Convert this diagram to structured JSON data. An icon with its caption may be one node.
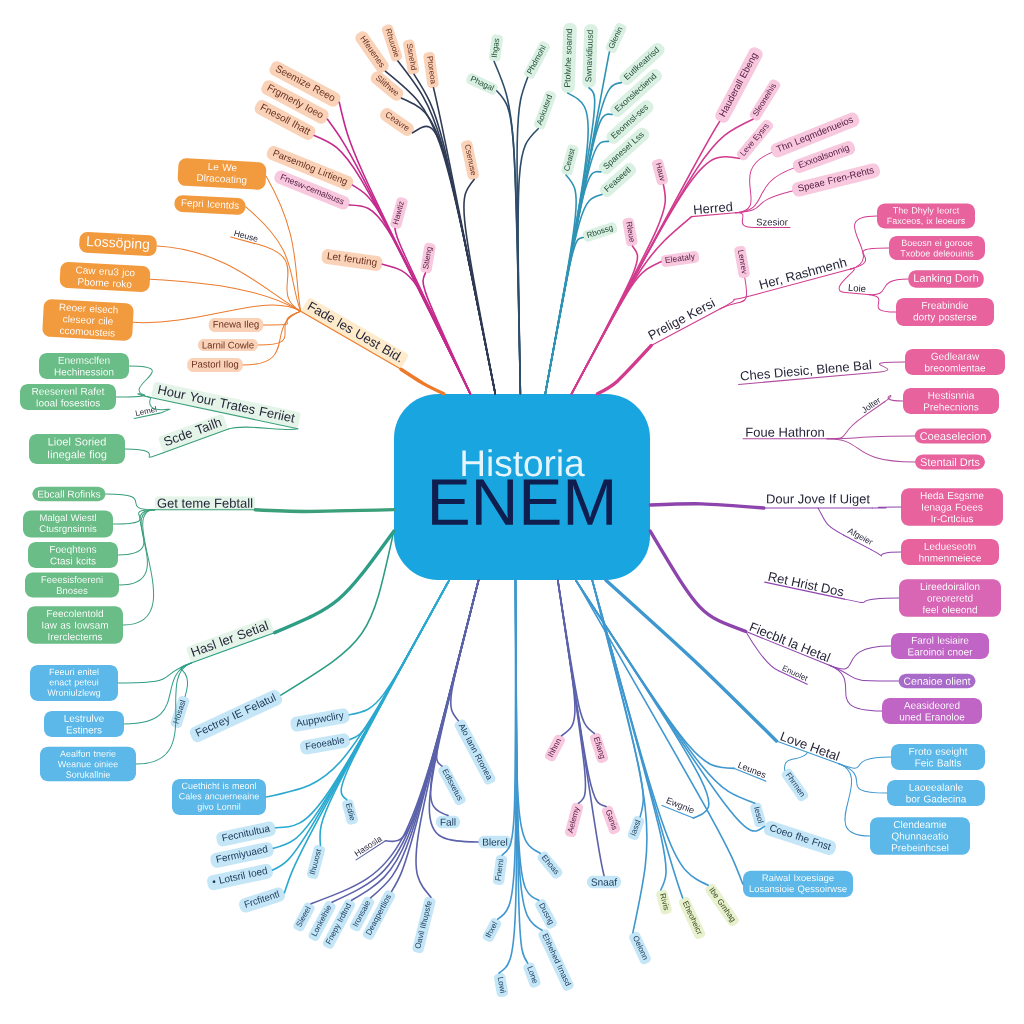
{
  "diagram": {
    "nodes": [
      {
        "text": [
          "Historia",
          "ENEM"
        ]
      },
      {
        "text": [
          "Fade les Uest Bid."
        ]
      },
      {
        "text": [
          "Le We Dlracoating"
        ]
      },
      {
        "text": [
          "Fepri Icentds"
        ]
      },
      {
        "text": [
          "Heuse"
        ]
      },
      {
        "text": [
          "Lossöping"
        ]
      },
      {
        "text": [
          "Caw eru3 jco Pbome roko"
        ]
      },
      {
        "text": [
          "Reoer eisech cleseor cile ccomousteis"
        ]
      },
      {
        "text": [
          "Fnewa Ileg"
        ]
      },
      {
        "text": [
          "Larnil Cowle"
        ]
      },
      {
        "text": [
          "Pastorl Ilog"
        ]
      },
      {
        "text": [
          "Seemize Reeo"
        ]
      },
      {
        "text": [
          "Frgmerly Ioeo"
        ]
      },
      {
        "text": [
          "Fnesoll Ihatt"
        ]
      },
      {
        "text": [
          "Parsemlog Lirtieng"
        ]
      },
      {
        "text": [
          "Fnesw-cemalsuss"
        ]
      },
      {
        "text": [
          "Hawtiz"
        ]
      },
      {
        "text": [
          "Stieng"
        ]
      },
      {
        "text": [
          "Let feruting"
        ]
      },
      {
        "text": [
          "Hfeuenes"
        ]
      },
      {
        "text": [
          "Rhuuoie"
        ]
      },
      {
        "text": [
          "Ssnehd"
        ]
      },
      {
        "text": [
          "Ptoreoa"
        ]
      },
      {
        "text": [
          "Slithwe"
        ]
      },
      {
        "text": [
          "Ceavre"
        ]
      },
      {
        "text": [
          "Csenuse"
        ]
      },
      {
        "text": [
          "Ihgas"
        ]
      },
      {
        "text": [
          "Phagal"
        ]
      },
      {
        "text": [
          "Phdmohl"
        ]
      },
      {
        "text": [
          "Aokutsrd"
        ]
      },
      {
        "text": [
          "Ptolwhe soarnd"
        ]
      },
      {
        "text": [
          "Swnavidiuusd"
        ]
      },
      {
        "text": [
          "Glenin"
        ]
      },
      {
        "text": [
          "Eutlkeatrisd"
        ]
      },
      {
        "text": [
          "Exonslectiend"
        ]
      },
      {
        "text": [
          "Eeonnsl-ses"
        ]
      },
      {
        "text": [
          "Spanesel Lss"
        ]
      },
      {
        "text": [
          "Feaseetl"
        ]
      },
      {
        "text": [
          "Ceatst"
        ]
      },
      {
        "text": [
          "Rbossg"
        ]
      },
      {
        "text": [
          "Hauderall Ebeng"
        ]
      },
      {
        "text": [
          "Sleoneihis"
        ]
      },
      {
        "text": [
          "Leve Eysrs"
        ]
      },
      {
        "text": [
          "Thn Leqmdenueios"
        ]
      },
      {
        "text": [
          "Exxoalsonnig"
        ]
      },
      {
        "text": [
          "Speae Fren-Rehts"
        ]
      },
      {
        "text": [
          "Hauv"
        ]
      },
      {
        "text": [
          "Rleue"
        ]
      },
      {
        "text": [
          "Eleataly"
        ]
      },
      {
        "text": [
          "Herred"
        ]
      },
      {
        "text": [
          "Szesior"
        ]
      },
      {
        "text": [
          "Prelige Kersi"
        ]
      },
      {
        "text": [
          "Lenrev"
        ]
      },
      {
        "text": [
          "Her, Rashmenh"
        ]
      },
      {
        "text": [
          "Loie"
        ]
      },
      {
        "text": [
          "The Dhyly Ieorct Faxceos, ix leoeurs"
        ]
      },
      {
        "text": [
          "Boeosn ei gorooe Txoboe deleouinis"
        ]
      },
      {
        "text": [
          "Lanking Dorh"
        ]
      },
      {
        "text": [
          "Freabindie dorty posterse"
        ]
      },
      {
        "text": [
          "Ches Diesic, Blene Bal"
        ]
      },
      {
        "text": [
          "Gedlearaw breoomlentae"
        ]
      },
      {
        "text": [
          "Foue Hathron"
        ]
      },
      {
        "text": [
          "Jolter"
        ]
      },
      {
        "text": [
          "Hestisnnia Prehecnions"
        ]
      },
      {
        "text": [
          "Coeaselecion"
        ]
      },
      {
        "text": [
          "Stentail Drts"
        ]
      },
      {
        "text": [
          "Dour Jove If Uiget"
        ]
      },
      {
        "text": [
          "Afgeier"
        ]
      },
      {
        "text": [
          "Heda Esgsrne Ienaga Foees Ir-Crtlcius"
        ]
      },
      {
        "text": [
          "Ledueseotn hnmenmeiece"
        ]
      },
      {
        "text": [
          "Ret Hrist Dos"
        ]
      },
      {
        "text": [
          "Lireedoirallon oreoreretd feel oleeond"
        ]
      },
      {
        "text": [
          "Fiecblt la Hetal"
        ]
      },
      {
        "text": [
          "Enuolet"
        ]
      },
      {
        "text": [
          "Farol lesiaire Earoinoi cnoer"
        ]
      },
      {
        "text": [
          "Cenaioe olient"
        ]
      },
      {
        "text": [
          "Aeasideored uned Eranoloe"
        ]
      },
      {
        "text": [
          "Love Hetal"
        ]
      },
      {
        "text": [
          "Froto eseight Feic Baltls"
        ]
      },
      {
        "text": [
          "Laoeealanle bor Gadecina"
        ]
      },
      {
        "text": [
          "Clendeamie Qhunnaeatio Prebeinhcsel"
        ]
      },
      {
        "text": [
          "Fhrmen"
        ]
      },
      {
        "text": [
          "Leunes"
        ]
      },
      {
        "text": [
          "Iesol"
        ]
      },
      {
        "text": [
          "Ewgnie"
        ]
      },
      {
        "text": [
          "Coeo fhe Fnst"
        ]
      },
      {
        "text": [
          "Raiwal Ixoesiage Losansioie Qessoirwse"
        ]
      },
      {
        "text": [
          "Ihhnn"
        ]
      },
      {
        "text": [
          "Efiang"
        ]
      },
      {
        "text": [
          "Aelemy"
        ]
      },
      {
        "text": [
          "Ganis"
        ]
      },
      {
        "text": [
          "Snaaf"
        ]
      },
      {
        "text": [
          "Iassl"
        ]
      },
      {
        "text": [
          "Ehoas"
        ]
      },
      {
        "text": [
          "Dusng"
        ]
      },
      {
        "text": [
          "Ehhehed Irnasd"
        ]
      },
      {
        "text": [
          "Lone"
        ]
      },
      {
        "text": [
          "Oelonn"
        ]
      },
      {
        "text": [
          "Rivis"
        ]
      },
      {
        "text": [
          "Eheoheicr"
        ]
      },
      {
        "text": [
          "Ibe Gmhag"
        ]
      },
      {
        "text": [
          "Fnemi"
        ]
      },
      {
        "text": [
          "Ihxel"
        ]
      },
      {
        "text": [
          "Lowi"
        ]
      },
      {
        "text": [
          "Alo Iann Rronea"
        ]
      },
      {
        "text": [
          "Edlsxetus"
        ]
      },
      {
        "text": [
          "Fall"
        ]
      },
      {
        "text": [
          "Blerel"
        ]
      },
      {
        "text": [
          "Hasosla"
        ]
      },
      {
        "text": [
          "Deaqpertlios"
        ]
      },
      {
        "text": [
          "Ironsaie"
        ]
      },
      {
        "text": [
          "Fnepy Irdtnd"
        ]
      },
      {
        "text": [
          "Lonkelhie"
        ]
      },
      {
        "text": [
          "Sleeel"
        ]
      },
      {
        "text": [
          "Oavil Ilhupsfe"
        ]
      },
      {
        "text": [
          "Auppwcliry"
        ]
      },
      {
        "text": [
          "Feoeable"
        ]
      },
      {
        "text": [
          "Cuethicht is meonl Cales ancuerneaine givo Lonnil"
        ]
      },
      {
        "text": [
          "Edlie"
        ]
      },
      {
        "text": [
          "Fecnitultua"
        ]
      },
      {
        "text": [
          "Fermiyuaed"
        ]
      },
      {
        "text": [
          "• Lotsril Ioed"
        ]
      },
      {
        "text": [
          "Frcfitentl"
        ]
      },
      {
        "text": [
          "Ihuuost"
        ]
      },
      {
        "text": [
          "Hasl ler Setial"
        ]
      },
      {
        "text": [
          "Fectrey IE Felatul"
        ]
      },
      {
        "text": [
          "Hosasl"
        ]
      },
      {
        "text": [
          "Feeuri enitel enact peteui Wroniulzlewg"
        ]
      },
      {
        "text": [
          "Lestrulve Estiners"
        ]
      },
      {
        "text": [
          "Aealfon tnerie Weanue oiniee Sorukallnie"
        ]
      },
      {
        "text": [
          "Get teme Febtall"
        ]
      },
      {
        "text": [
          "Ebcall Rofinks"
        ]
      },
      {
        "text": [
          "Malgal Wiestl Ctusrgnsinnis"
        ]
      },
      {
        "text": [
          "Foeqhtens Ctasi kcits"
        ]
      },
      {
        "text": [
          "Feeesisfoereni Bnoses"
        ]
      },
      {
        "text": [
          "Feecolentold Iaw as Iowsam Irerclecterns"
        ]
      },
      {
        "text": [
          "Hour Your Trates Feriiet"
        ]
      },
      {
        "text": [
          "Lemel"
        ]
      },
      {
        "text": [
          "Scde Tailh"
        ]
      },
      {
        "text": [
          "Enemsclfen Hechinession"
        ]
      },
      {
        "text": [
          "Reeserenl Rafet Iooal fosestios"
        ]
      },
      {
        "text": [
          "Lioel Soried Iinegale fiog"
        ]
      }
    ],
    "edges": [
      {
        "from": 0,
        "to": 1,
        "arrow": "none",
        "style": "thick",
        "color": "#ec7a2a"
      },
      {
        "from": 1,
        "to": 2,
        "arrow": "none",
        "color": "#ec7a2a"
      },
      {
        "from": 1,
        "to": 3,
        "arrow": "none",
        "color": "#ec7a2a"
      },
      {
        "from": 1,
        "to": 4,
        "arrow": "none",
        "color": "#ec7a2a"
      },
      {
        "from": 1,
        "to": 5,
        "arrow": "none",
        "color": "#ec7a2a"
      },
      {
        "from": 1,
        "to": 6,
        "arrow": "none",
        "color": "#ec7a2a"
      },
      {
        "from": 1,
        "to": 7,
        "arrow": "none",
        "color": "#ec7a2a"
      },
      {
        "from": 1,
        "to": 8,
        "arrow": "none",
        "color": "#ec7a2a"
      },
      {
        "from": 1,
        "to": 9,
        "arrow": "none",
        "color": "#ec7a2a"
      },
      {
        "from": 1,
        "to": 10,
        "arrow": "none",
        "color": "#ec7a2a"
      },
      {
        "from": 0,
        "to": 11,
        "arrow": "none",
        "color": "#c42a8c"
      },
      {
        "from": 0,
        "to": 12,
        "arrow": "none",
        "color": "#c42a8c"
      },
      {
        "from": 0,
        "to": 13,
        "arrow": "none",
        "color": "#c42a8c"
      },
      {
        "from": 0,
        "to": 14,
        "arrow": "none",
        "color": "#c42a8c"
      },
      {
        "from": 0,
        "to": 15,
        "arrow": "none",
        "color": "#c42a8c"
      },
      {
        "from": 0,
        "to": 16,
        "arrow": "none",
        "color": "#c42a8c"
      },
      {
        "from": 0,
        "to": 17,
        "arrow": "none",
        "color": "#c42a8c"
      },
      {
        "from": 0,
        "to": 18,
        "arrow": "none",
        "color": "#c42a8c"
      },
      {
        "from": 0,
        "to": 19,
        "arrow": "none",
        "color": "#2f3b55"
      },
      {
        "from": 0,
        "to": 20,
        "arrow": "none",
        "color": "#2f3b55"
      },
      {
        "from": 0,
        "to": 21,
        "arrow": "none",
        "color": "#2f3b55"
      },
      {
        "from": 0,
        "to": 22,
        "arrow": "none",
        "color": "#2f3b55"
      },
      {
        "from": 0,
        "to": 23,
        "arrow": "none",
        "color": "#2f3b55"
      },
      {
        "from": 0,
        "to": 24,
        "arrow": "none",
        "color": "#2f3b55"
      },
      {
        "from": 0,
        "to": 25,
        "arrow": "none",
        "color": "#2f3b55"
      },
      {
        "from": 0,
        "to": 26,
        "arrow": "none",
        "color": "#2d4d6a"
      },
      {
        "from": 0,
        "to": 27,
        "arrow": "none",
        "color": "#2d4d6a"
      },
      {
        "from": 0,
        "to": 28,
        "arrow": "none",
        "color": "#2d4d6a"
      },
      {
        "from": 0,
        "to": 29,
        "arrow": "none",
        "color": "#2d4d6a"
      },
      {
        "from": 0,
        "to": 30,
        "arrow": "none",
        "color": "#2f93b5"
      },
      {
        "from": 0,
        "to": 31,
        "arrow": "none",
        "color": "#2f93b5"
      },
      {
        "from": 0,
        "to": 32,
        "arrow": "none",
        "color": "#2f93b5"
      },
      {
        "from": 0,
        "to": 33,
        "arrow": "none",
        "color": "#2f93b5"
      },
      {
        "from": 0,
        "to": 34,
        "arrow": "none",
        "color": "#2f93b5"
      },
      {
        "from": 0,
        "to": 35,
        "arrow": "none",
        "color": "#2f93b5"
      },
      {
        "from": 0,
        "to": 36,
        "arrow": "none",
        "color": "#2f93b5"
      },
      {
        "from": 0,
        "to": 37,
        "arrow": "none",
        "color": "#2f93b5"
      },
      {
        "from": 0,
        "to": 38,
        "arrow": "none",
        "color": "#2f93b5"
      },
      {
        "from": 0,
        "to": 39,
        "arrow": "none",
        "color": "#2f93b5"
      },
      {
        "from": 0,
        "to": 40,
        "arrow": "none",
        "color": "#d23a8e"
      },
      {
        "from": 0,
        "to": 41,
        "arrow": "none",
        "color": "#d23a8e"
      },
      {
        "from": 0,
        "to": 42,
        "arrow": "none",
        "color": "#d23a8e"
      },
      {
        "from": 0,
        "to": 46,
        "arrow": "none",
        "color": "#d23a8e"
      },
      {
        "from": 0,
        "to": 47,
        "arrow": "none",
        "color": "#d23a8e"
      },
      {
        "from": 0,
        "to": 48,
        "arrow": "none",
        "color": "#d23a8e"
      },
      {
        "from": 0,
        "to": 49,
        "arrow": "none",
        "color": "#d23a8e"
      },
      {
        "from": 49,
        "to": 43,
        "arrow": "none",
        "color": "#d23a8e"
      },
      {
        "from": 49,
        "to": 44,
        "arrow": "none",
        "color": "#d23a8e"
      },
      {
        "from": 49,
        "to": 45,
        "arrow": "none",
        "color": "#d23a8e"
      },
      {
        "from": 49,
        "to": 50,
        "arrow": "none",
        "color": "#d23a8e"
      },
      {
        "from": 0,
        "to": 51,
        "arrow": "none",
        "style": "thick",
        "color": "#d23a8e"
      },
      {
        "from": 51,
        "to": 52,
        "arrow": "none",
        "color": "#d23a8e"
      },
      {
        "from": 51,
        "to": 53,
        "arrow": "none",
        "color": "#d23a8e"
      },
      {
        "from": 53,
        "to": 55,
        "arrow": "none",
        "color": "#d23a8e"
      },
      {
        "from": 53,
        "to": 56,
        "arrow": "none",
        "color": "#d23a8e"
      },
      {
        "from": 53,
        "to": 54,
        "arrow": "none",
        "color": "#d23a8e"
      },
      {
        "from": 54,
        "to": 57,
        "arrow": "none",
        "color": "#d23a8e"
      },
      {
        "from": 54,
        "to": 58,
        "arrow": "none",
        "color": "#d23a8e"
      },
      {
        "from": 59,
        "to": 60,
        "arrow": "none",
        "color": "#b04a9e"
      },
      {
        "from": 61,
        "to": 62,
        "arrow": "none",
        "color": "#b04a9e"
      },
      {
        "from": 62,
        "to": 63,
        "arrow": "none",
        "color": "#b04a9e"
      },
      {
        "from": 61,
        "to": 64,
        "arrow": "none",
        "color": "#b04a9e"
      },
      {
        "from": 61,
        "to": 65,
        "arrow": "none",
        "color": "#b04a9e"
      },
      {
        "from": 0,
        "to": 66,
        "arrow": "none",
        "style": "thick",
        "color": "#8e44ad"
      },
      {
        "from": 66,
        "to": 68,
        "arrow": "none",
        "color": "#8e44ad"
      },
      {
        "from": 66,
        "to": 67,
        "arrow": "none",
        "color": "#8e44ad"
      },
      {
        "from": 67,
        "to": 69,
        "arrow": "none",
        "color": "#8e44ad"
      },
      {
        "from": 70,
        "to": 71,
        "arrow": "none",
        "color": "#8e44ad"
      },
      {
        "from": 0,
        "to": 72,
        "arrow": "none",
        "style": "thick",
        "color": "#8e44ad"
      },
      {
        "from": 72,
        "to": 73,
        "arrow": "none",
        "color": "#8e44ad"
      },
      {
        "from": 72,
        "to": 74,
        "arrow": "none",
        "color": "#8e44ad"
      },
      {
        "from": 72,
        "to": 75,
        "arrow": "none",
        "color": "#8e44ad"
      },
      {
        "from": 72,
        "to": 76,
        "arrow": "none",
        "color": "#8e44ad"
      },
      {
        "from": 0,
        "to": 77,
        "arrow": "none",
        "style": "thick"
      },
      {
        "from": 77,
        "to": 78,
        "arrow": "none"
      },
      {
        "from": 77,
        "to": 79,
        "arrow": "none"
      },
      {
        "from": 77,
        "to": 80,
        "arrow": "none"
      },
      {
        "from": 77,
        "to": 81,
        "arrow": "none"
      },
      {
        "from": 0,
        "to": 82,
        "arrow": "none"
      },
      {
        "from": 0,
        "to": 83,
        "arrow": "none"
      },
      {
        "from": 0,
        "to": 84,
        "arrow": "none"
      },
      {
        "from": 0,
        "to": 85,
        "arrow": "none"
      },
      {
        "from": 0,
        "to": 86,
        "arrow": "none"
      },
      {
        "from": 0,
        "to": 87,
        "arrow": "none",
        "color": "#5b62aa"
      },
      {
        "from": 0,
        "to": 88,
        "arrow": "none",
        "color": "#5b62aa"
      },
      {
        "from": 0,
        "to": 89,
        "arrow": "none",
        "color": "#5b62aa"
      },
      {
        "from": 0,
        "to": 90,
        "arrow": "none",
        "color": "#5b62aa"
      },
      {
        "from": 0,
        "to": 91,
        "arrow": "none",
        "color": "#5b62aa"
      },
      {
        "from": 0,
        "to": 92,
        "arrow": "none"
      },
      {
        "from": 0,
        "to": 93,
        "arrow": "none"
      },
      {
        "from": 0,
        "to": 94,
        "arrow": "none"
      },
      {
        "from": 0,
        "to": 95,
        "arrow": "none"
      },
      {
        "from": 0,
        "to": 96,
        "arrow": "none"
      },
      {
        "from": 0,
        "to": 97,
        "arrow": "none"
      },
      {
        "from": 0,
        "to": 98,
        "arrow": "none"
      },
      {
        "from": 0,
        "to": 99,
        "arrow": "none"
      },
      {
        "from": 0,
        "to": 100,
        "arrow": "none"
      },
      {
        "from": 0,
        "to": 101,
        "arrow": "none"
      },
      {
        "from": 0,
        "to": 102,
        "arrow": "none"
      },
      {
        "from": 0,
        "to": 103,
        "arrow": "none"
      },
      {
        "from": 0,
        "to": 104,
        "arrow": "none",
        "color": "#5b62aa"
      },
      {
        "from": 0,
        "to": 105,
        "arrow": "none",
        "color": "#5b62aa"
      },
      {
        "from": 0,
        "to": 106,
        "arrow": "none",
        "color": "#5b62aa"
      },
      {
        "from": 0,
        "to": 107,
        "arrow": "none",
        "color": "#5b62aa"
      },
      {
        "from": 0,
        "to": 108,
        "arrow": "none",
        "color": "#5b62aa"
      },
      {
        "from": 0,
        "to": 109,
        "arrow": "none",
        "color": "#5b62aa"
      },
      {
        "from": 0,
        "to": 110,
        "arrow": "none",
        "color": "#5b62aa"
      },
      {
        "from": 0,
        "to": 111,
        "arrow": "none",
        "color": "#5b62aa"
      },
      {
        "from": 0,
        "to": 112,
        "arrow": "none",
        "color": "#5b62aa"
      },
      {
        "from": 0,
        "to": 113,
        "arrow": "none",
        "color": "#5b62aa"
      },
      {
        "from": 0,
        "to": 114,
        "arrow": "none",
        "color": "#5b62aa"
      },
      {
        "from": 0,
        "to": 115,
        "arrow": "none",
        "color": "#29a9cf"
      },
      {
        "from": 0,
        "to": 116,
        "arrow": "none",
        "color": "#29a9cf"
      },
      {
        "from": 0,
        "to": 117,
        "arrow": "none",
        "color": "#29a9cf"
      },
      {
        "from": 0,
        "to": 118,
        "arrow": "none",
        "color": "#29a9cf"
      },
      {
        "from": 0,
        "to": 119,
        "arrow": "none",
        "color": "#29a9cf"
      },
      {
        "from": 0,
        "to": 120,
        "arrow": "none",
        "color": "#29a9cf"
      },
      {
        "from": 0,
        "to": 121,
        "arrow": "none",
        "color": "#29a9cf"
      },
      {
        "from": 0,
        "to": 122,
        "arrow": "none",
        "color": "#29a9cf"
      },
      {
        "from": 0,
        "to": 123,
        "arrow": "none",
        "color": "#29a9cf"
      },
      {
        "from": 0,
        "to": 124,
        "arrow": "none",
        "style": "thick",
        "color": "#2d9d86"
      },
      {
        "from": 0,
        "to": 125,
        "arrow": "none",
        "color": "#2d9d86"
      },
      {
        "from": 124,
        "to": 126,
        "arrow": "none",
        "color": "#2d9d86"
      },
      {
        "from": 124,
        "to": 127,
        "arrow": "none",
        "color": "#2d9d86"
      },
      {
        "from": 124,
        "to": 128,
        "arrow": "none",
        "color": "#2d9d86"
      },
      {
        "from": 124,
        "to": 129,
        "arrow": "none",
        "color": "#2d9d86"
      },
      {
        "from": 0,
        "to": 130,
        "arrow": "none",
        "style": "thick",
        "color": "#3a9f7a"
      },
      {
        "from": 130,
        "to": 131,
        "arrow": "none",
        "color": "#3a9f7a"
      },
      {
        "from": 130,
        "to": 132,
        "arrow": "none",
        "color": "#3a9f7a"
      },
      {
        "from": 130,
        "to": 133,
        "arrow": "none",
        "color": "#3a9f7a"
      },
      {
        "from": 130,
        "to": 134,
        "arrow": "none",
        "color": "#3a9f7a"
      },
      {
        "from": 130,
        "to": 135,
        "arrow": "none",
        "color": "#3a9f7a"
      },
      {
        "from": 136,
        "to": 137,
        "arrow": "none",
        "color": "#3a9f7a"
      },
      {
        "from": 136,
        "to": 138,
        "arrow": "none",
        "color": "#3a9f7a"
      },
      {
        "from": 136,
        "to": 139,
        "arrow": "none",
        "color": "#3a9f7a"
      },
      {
        "from": 136,
        "to": 140,
        "arrow": "none",
        "color": "#3a9f7a"
      },
      {
        "from": 138,
        "to": 141,
        "arrow": "none",
        "color": "#3a9f7a"
      }
    ]
  }
}
